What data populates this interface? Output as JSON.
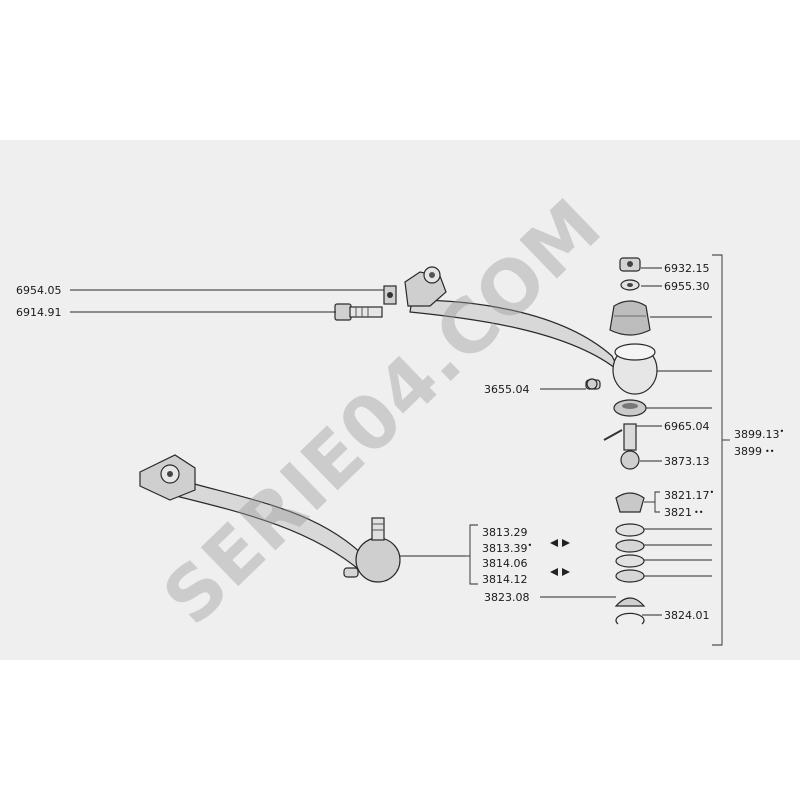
{
  "watermark": "SERIE04.COM",
  "parts": {
    "p6954_05": "6954.05",
    "p6914_91": "6914.91",
    "p3655_04": "3655.04",
    "p6932_15": "6932.15",
    "p6955_30": "6955.30",
    "p6965_04": "6965.04",
    "p3873_13": "3873.13",
    "p3821_17": "3821.17",
    "p3821": "3821",
    "p3899_13": "3899.13",
    "p3899": "3899",
    "p3813_29": "3813.29",
    "p3813_39": "3813.39",
    "p3814_06": "3814.06",
    "p3814_12": "3814.12",
    "p3823_08": "3823.08",
    "p3824_01": "3824.01"
  },
  "markers": {
    "single": "•",
    "double": "••"
  },
  "colors": {
    "paper": "#efefef",
    "ink": "#1a1a1a",
    "watermark": "#9a9a9a"
  }
}
